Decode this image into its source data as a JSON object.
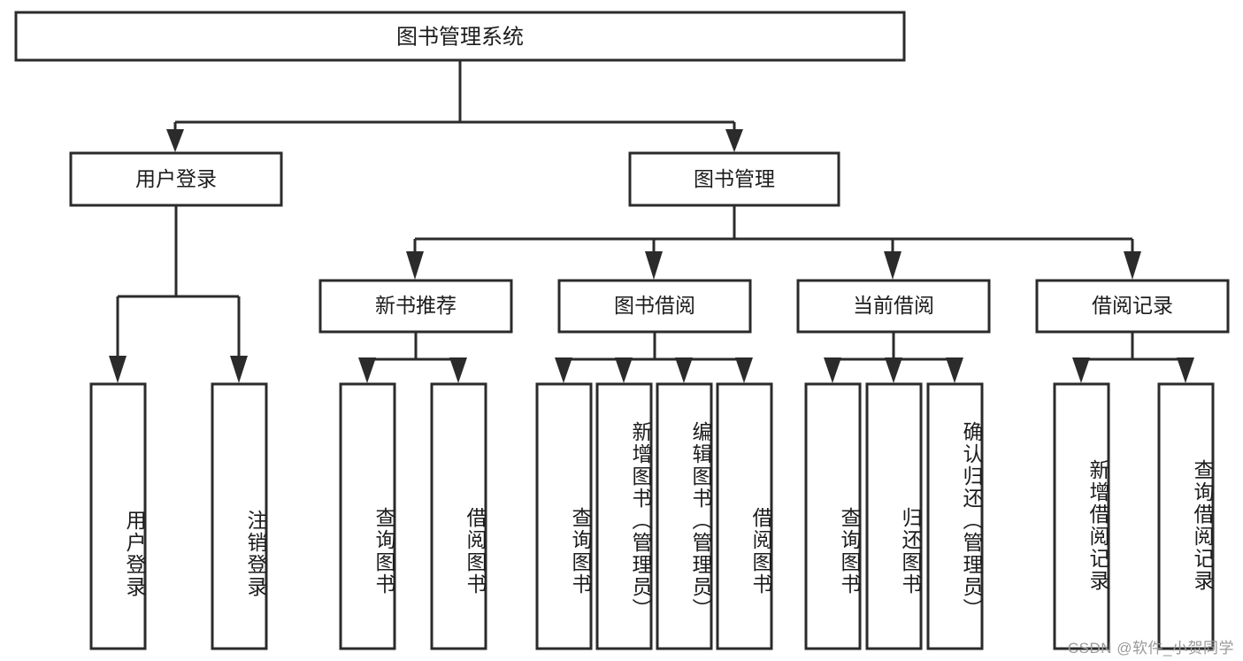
{
  "diagram": {
    "type": "tree",
    "title": "图书管理系统",
    "orientation": "top-down",
    "colors": {
      "box_stroke": "#2b2b2b",
      "box_fill": "#ffffff",
      "connector": "#2b2b2b",
      "text": "#1c1c1c",
      "background": "#ffffff",
      "watermark": "#9a9a9a"
    },
    "root": {
      "id": "root",
      "label": "图书管理系统",
      "level": 0
    },
    "level1": [
      {
        "id": "user-login",
        "label": "用户登录",
        "level": 1
      },
      {
        "id": "book-management",
        "label": "图书管理",
        "level": 1
      }
    ],
    "level2": [
      {
        "id": "new-book-recommend",
        "label": "新书推荐",
        "level": 2,
        "parent": "book-management"
      },
      {
        "id": "book-borrow",
        "label": "图书借阅",
        "level": 2,
        "parent": "book-management"
      },
      {
        "id": "current-borrow",
        "label": "当前借阅",
        "level": 2,
        "parent": "book-management"
      },
      {
        "id": "borrow-record",
        "label": "借阅记录",
        "level": 2,
        "parent": "book-management"
      }
    ],
    "leaves": [
      {
        "id": "leaf-user-login",
        "label": "用户登录",
        "parent": "user-login"
      },
      {
        "id": "leaf-user-logout",
        "label": "注销登录",
        "parent": "user-login"
      },
      {
        "id": "leaf-query-book-1",
        "label": "查询图书",
        "parent": "new-book-recommend"
      },
      {
        "id": "leaf-borrow-book-1",
        "label": "借阅图书",
        "parent": "new-book-recommend"
      },
      {
        "id": "leaf-query-book-2",
        "label": "查询图书",
        "parent": "book-borrow"
      },
      {
        "id": "leaf-add-book",
        "label": "新增图书（管理员）",
        "parent": "book-borrow"
      },
      {
        "id": "leaf-edit-book",
        "label": "编辑图书（管理员）",
        "parent": "book-borrow"
      },
      {
        "id": "leaf-borrow-book-2",
        "label": "借阅图书",
        "parent": "book-borrow"
      },
      {
        "id": "leaf-query-book-3",
        "label": "查询图书",
        "parent": "current-borrow"
      },
      {
        "id": "leaf-return-book",
        "label": "归还图书",
        "parent": "current-borrow"
      },
      {
        "id": "leaf-confirm-return",
        "label": "确认归还（管理员）",
        "parent": "current-borrow"
      },
      {
        "id": "leaf-add-record",
        "label": "新增借阅记录",
        "parent": "borrow-record"
      },
      {
        "id": "leaf-query-record",
        "label": "查询借阅记录",
        "parent": "borrow-record"
      }
    ]
  },
  "watermark": {
    "text": "CSDN @软件_小贺同学"
  }
}
